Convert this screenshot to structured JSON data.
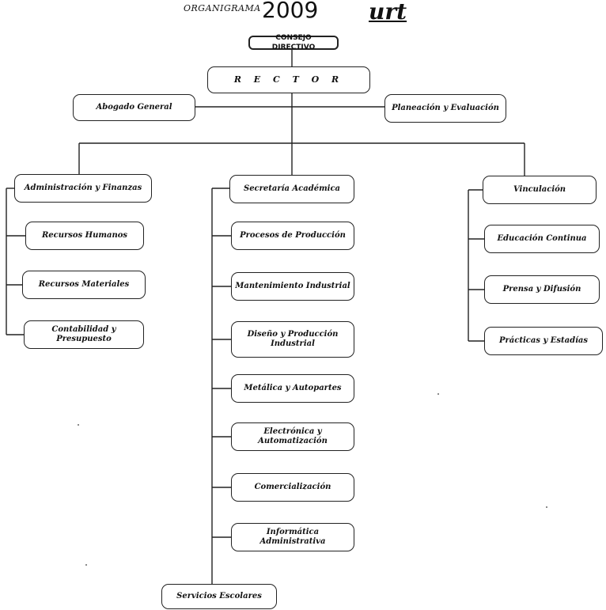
{
  "header": {
    "title": "ORGANIGRAMA",
    "year": "2009",
    "logo": "urt"
  },
  "top": {
    "consejo": "CONSEJO DIRECTIVO",
    "rector": "R E C T O R",
    "abogado": "Abogado General",
    "planeacion": "Planeación y Evaluación"
  },
  "admin": {
    "head": "Administración y Finanzas",
    "items": [
      "Recursos Humanos",
      "Recursos Materiales",
      "Contabilidad y Presupuesto"
    ]
  },
  "academica": {
    "head": "Secretaría Académica",
    "items": [
      "Procesos de Producción",
      "Mantenimiento Industrial",
      "Diseño y Producción Industrial",
      "Metálica y Autopartes",
      "Electrónica y Automatización",
      "Comercialización",
      "Informática Administrativa"
    ],
    "servicios": "Servicios Escolares"
  },
  "vinculacion": {
    "head": "Vinculación",
    "items": [
      "Educación Continua",
      "Prensa y Difusión",
      "Prácticas y Estadías"
    ]
  }
}
